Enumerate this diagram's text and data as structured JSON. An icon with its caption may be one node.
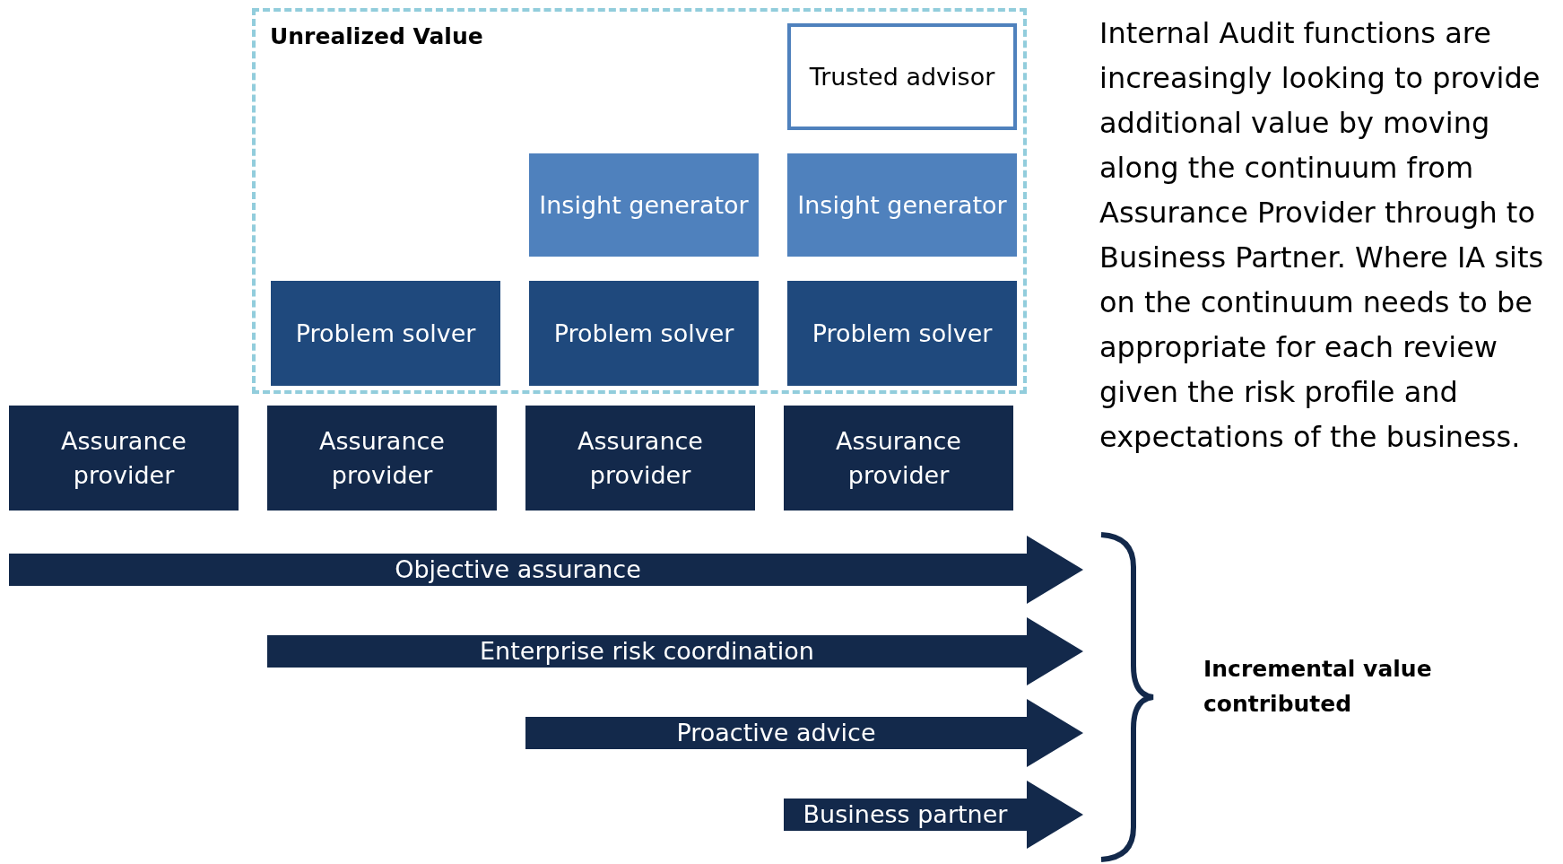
{
  "diagram": {
    "nodes": [
      {
        "text": [
          "Unrealized Value"
        ]
      },
      {
        "text": [
          "Trusted advisor"
        ],
        "in": 0
      },
      {
        "text": [
          "Insight generator"
        ],
        "in": 0
      },
      {
        "text": [
          "Insight generator"
        ],
        "in": 0
      },
      {
        "text": [
          "Problem solver"
        ],
        "in": 0
      },
      {
        "text": [
          "Problem solver"
        ],
        "in": 0
      },
      {
        "text": [
          "Problem solver"
        ],
        "in": 0
      },
      {
        "text": [
          "Assurance provider"
        ]
      },
      {
        "text": [
          "Assurance provider"
        ]
      },
      {
        "text": [
          "Assurance provider"
        ]
      },
      {
        "text": [
          "Assurance provider"
        ]
      },
      {
        "text": [
          "Objective assurance"
        ]
      },
      {
        "text": [
          "Enterprise risk coordination"
        ]
      },
      {
        "text": [
          "Proactive advice"
        ]
      },
      {
        "text": [
          "Business partner"
        ]
      }
    ],
    "edges": [],
    "labels": [
      "Internal Audit functions are increasingly looking to provide additional value by moving along the continuum from Assurance Provider through to Business Partner. Where IA sits on the continuum needs to be appropriate for each review given the risk profile and expectations of the business.",
      "Incremental value contributed"
    ]
  }
}
